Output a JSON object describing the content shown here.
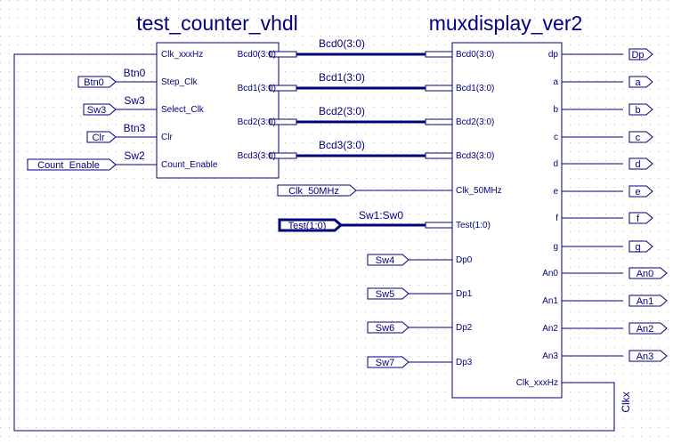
{
  "blocks": {
    "counter": {
      "title": "test_counter_vhdl",
      "inputs": [
        "Clk_xxxHz",
        "Step_Clk",
        "Select_Clk",
        "Clr",
        "Count_Enable"
      ],
      "outputs": [
        "Bcd0(3:0)",
        "Bcd1(3:0)",
        "Bcd2(3:0)",
        "Bcd3(3:0)"
      ]
    },
    "mux": {
      "title": "muxdisplay_ver2",
      "inputs": [
        "Bcd0(3:0)",
        "Bcd1(3:0)",
        "Bcd2(3:0)",
        "Bcd3(3:0)",
        "Clk_50MHz",
        "Test(1:0)",
        "Dp0",
        "Dp1",
        "Dp2",
        "Dp3"
      ],
      "outputs": [
        "dp",
        "a",
        "b",
        "c",
        "d",
        "e",
        "f",
        "g",
        "An0",
        "An1",
        "An2",
        "An3",
        "Clk_xxxHz"
      ]
    }
  },
  "counter_in_ports": [
    {
      "port": "Btn0",
      "net": "Btn0"
    },
    {
      "port": "Sw3",
      "net": "Sw3"
    },
    {
      "port": "Clr",
      "net": "Btn3"
    },
    {
      "port": "Count_Enable",
      "net": "Sw2"
    }
  ],
  "bus_nets": [
    "Bcd0(3:0)",
    "Bcd1(3:0)",
    "Bcd2(3:0)",
    "Bcd3(3:0)"
  ],
  "mux_in_ports": [
    {
      "port": "Clk_50MHz",
      "net": ""
    },
    {
      "port": "Test(1:0)",
      "net": "Sw1:Sw0"
    },
    {
      "port": "Sw4",
      "net": ""
    },
    {
      "port": "Sw5",
      "net": ""
    },
    {
      "port": "Sw6",
      "net": ""
    },
    {
      "port": "Sw7",
      "net": ""
    }
  ],
  "out_ports": [
    "Dp",
    "a",
    "b",
    "c",
    "d",
    "e",
    "f",
    "g",
    "An0",
    "An1",
    "An2",
    "An3"
  ],
  "clock_net": "Clkx"
}
